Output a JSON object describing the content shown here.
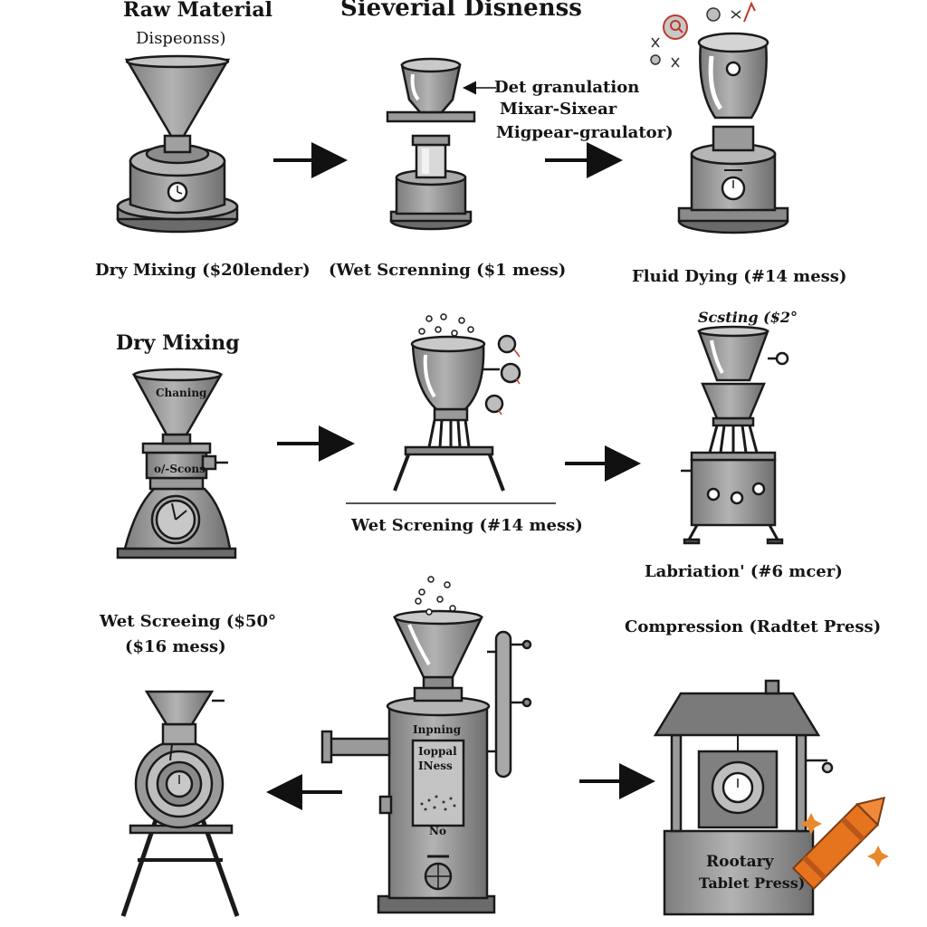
{
  "headings": {
    "raw_material": "Raw Material",
    "raw_material_sub": "Dispeonss)",
    "sieverial": "Sieverial Disnenss"
  },
  "row1": {
    "label_1": "Dry Mixing ($20lender)",
    "label_2": "(Wet Screnning ($1 mess)",
    "label_3": "Fluid Dying (#14 mess)",
    "callout_1": "Det granulation",
    "callout_2": "Mixar-Sixear",
    "callout_3": "Migpear-graulator)"
  },
  "row2": {
    "title": "Dry Mixing",
    "machine_1_top": "Chaning",
    "machine_1_mid": "o/-Scons",
    "label_2": "Wet Screning (#14 mess)",
    "machine_3_top": "Scsting ($2°",
    "label_3": "Labriation' (#6 mcer)"
  },
  "row3": {
    "label_1a": "Wet Screeing ($50°",
    "label_1b": "($16 mess)",
    "machine_2_l1": "Inpning",
    "machine_2_l2": "Ioppal",
    "machine_2_l3": "INess",
    "machine_2_l4": "No",
    "label_3": "Compression (Radtet Press)",
    "machine_3_l1": "Rootary",
    "machine_3_l2": "Tablet Press)"
  },
  "icons": [
    "funnel-icon",
    "gauge-icon",
    "arrow-right-icon",
    "arrow-left-icon",
    "magnifier-icon",
    "crayon-icon",
    "sparkle-icon"
  ],
  "colors": {
    "machine_fill": "#9a9a9a",
    "machine_dark": "#6b6b6b",
    "outline": "#1a1a1a",
    "accent_red": "#c0392b",
    "crayon_orange": "#e6731e",
    "sparkle": "#e8892b"
  }
}
